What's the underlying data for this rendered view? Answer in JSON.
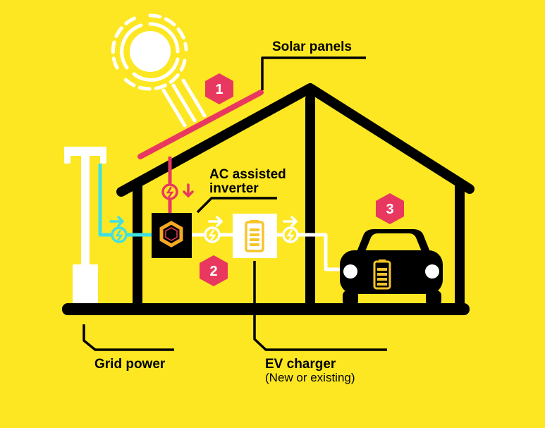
{
  "labels": {
    "solar_panels": "Solar panels",
    "inverter_line1": "AC assisted",
    "inverter_line2": "inverter",
    "grid_power": "Grid power",
    "ev_charger": "EV charger",
    "ev_charger_sub": "(New or existing)"
  },
  "badges": [
    "1",
    "2",
    "3"
  ],
  "colors": {
    "background": "#fde723",
    "outline": "#000000",
    "badge": "#e8385f",
    "solar_line": "#e8385f",
    "grid_line": "#3ee0e4",
    "ac_line": "#ffffff",
    "sun": "#ffffff"
  },
  "icons": [
    "sun-icon",
    "grid-pole-icon",
    "solar-panel-icon",
    "inverter-icon",
    "ev-charger-icon",
    "car-icon",
    "battery-icon",
    "bolt-icon",
    "arrow-icon"
  ]
}
